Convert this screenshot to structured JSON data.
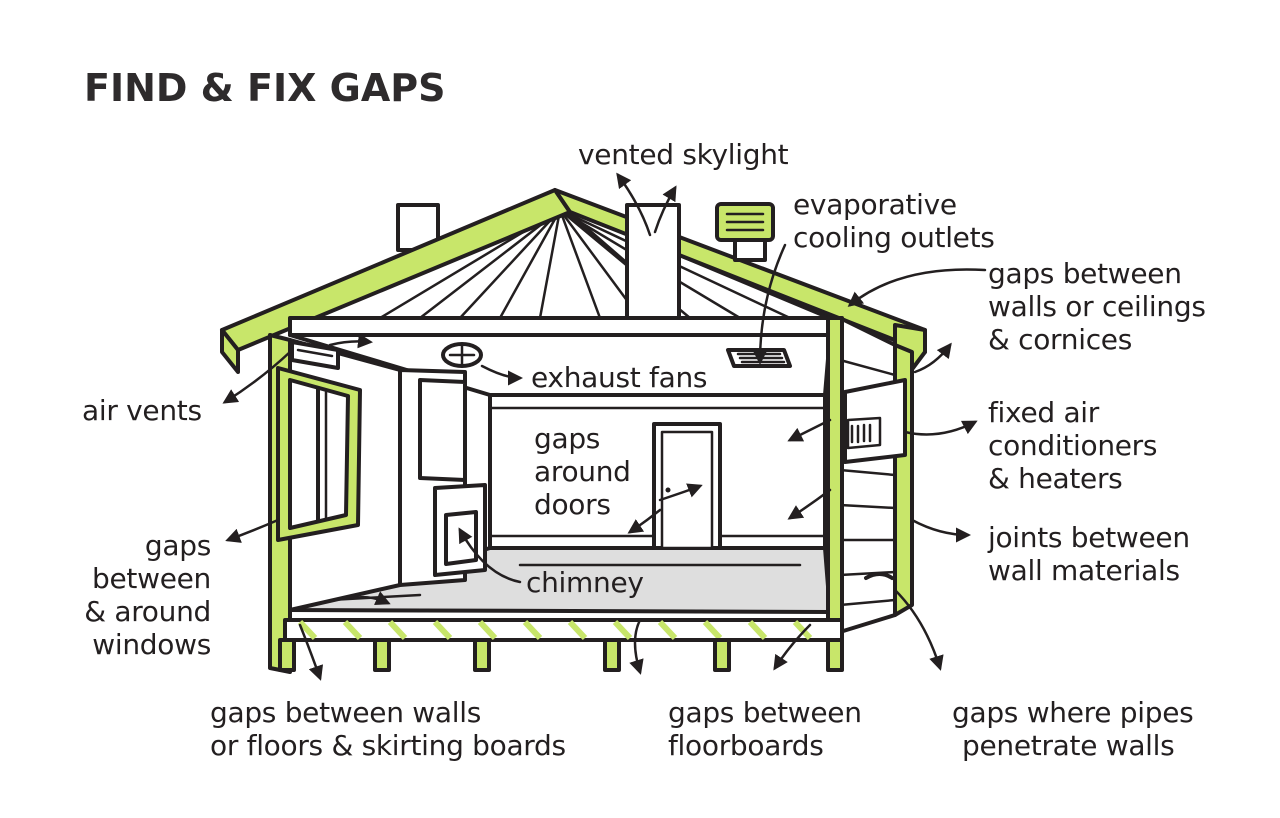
{
  "title": "FIND & FIX GAPS",
  "labels": {
    "vented_skylight": "vented skylight",
    "evap_1": "evaporative",
    "evap_2": "cooling outlets",
    "gaps_walls_ceilings_1": "gaps between",
    "gaps_walls_ceilings_2": "walls or ceilings",
    "gaps_walls_ceilings_3": "& cornices",
    "air_vents": "air vents",
    "exhaust_fans": "exhaust fans",
    "fixed_ac_1": "fixed air",
    "fixed_ac_2": "conditioners",
    "fixed_ac_3": "& heaters",
    "doors_1": "gaps",
    "doors_2": "around",
    "doors_3": "doors",
    "windows_1": "gaps",
    "windows_2": "between",
    "windows_3": "& around",
    "windows_4": "windows",
    "joints_1": "joints between",
    "joints_2": "wall materials",
    "chimney": "chimney",
    "skirting_1": "gaps between walls",
    "skirting_2": "or floors & skirting boards",
    "floorboards_1": "gaps between",
    "floorboards_2": "floorboards",
    "pipes_1": "gaps where pipes",
    "pipes_2": "penetrate walls"
  },
  "colors": {
    "frame_green": "#c8e66a",
    "outline": "#231f20",
    "floor_grey": "#dedede"
  }
}
